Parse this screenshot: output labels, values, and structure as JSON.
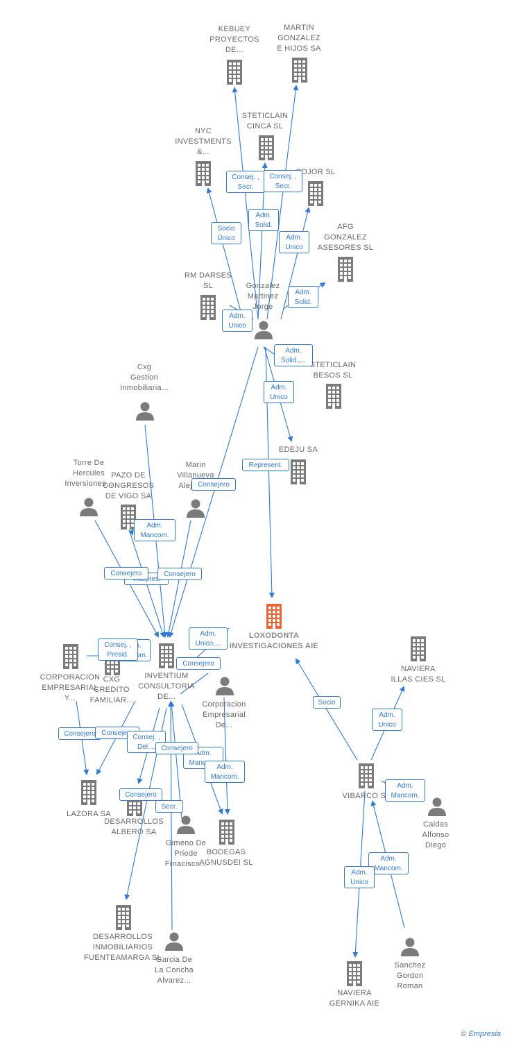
{
  "colors": {
    "edge": "#2f7ad6",
    "icon": "#7b7b7b",
    "highlight": "#f06233"
  },
  "nodes": [
    {
      "id": "n_kebuey",
      "kind": "company",
      "lines": [
        "KEBUEY",
        "PROYECTOS",
        "DE..."
      ]
    },
    {
      "id": "n_martin",
      "kind": "company",
      "lines": [
        "MARTIN",
        "GONZALEZ",
        "E HIJOS SA"
      ]
    },
    {
      "id": "n_steti_cinca",
      "kind": "company",
      "lines": [
        "STETICLAIN",
        "CINCA  SL"
      ]
    },
    {
      "id": "n_nyc",
      "kind": "company",
      "lines": [
        "NYC",
        "INVESTMENTS",
        "&..."
      ]
    },
    {
      "id": "n_sojor",
      "kind": "company",
      "lines": [
        "SOJOR  SL"
      ]
    },
    {
      "id": "n_afg",
      "kind": "company",
      "lines": [
        "AFG",
        "GONZALEZ",
        "ASESORES  SL"
      ]
    },
    {
      "id": "n_rm",
      "kind": "company",
      "lines": [
        "RM DARSES",
        "SL"
      ]
    },
    {
      "id": "n_gonzalez",
      "kind": "person",
      "lines": [
        "Gonzalez",
        "Martinez",
        "Jorge"
      ]
    },
    {
      "id": "n_steti_besos",
      "kind": "company",
      "lines": [
        "STETICLAIN",
        "BESOS  SL"
      ]
    },
    {
      "id": "n_cxg_gestion",
      "kind": "person",
      "lines": [
        "Cxg",
        "Gestion",
        "Inmobiliaria..."
      ]
    },
    {
      "id": "n_edeju",
      "kind": "company",
      "lines": [
        "EDEJU SA"
      ]
    },
    {
      "id": "n_torre",
      "kind": "person",
      "lines": [
        "Torre De",
        "Hercules",
        "Inversiones..."
      ]
    },
    {
      "id": "n_pazo",
      "kind": "company",
      "lines": [
        "PAZO DE",
        "CONGRESOS",
        "DE VIGO SA"
      ]
    },
    {
      "id": "n_marin",
      "kind": "person",
      "lines": [
        "Marin",
        "Villanueva",
        "Alejandro"
      ]
    },
    {
      "id": "n_loxodonta",
      "kind": "main",
      "lines": [
        "LOXODONTA",
        "INVESTIGACIONES AIE"
      ]
    },
    {
      "id": "n_naviera_illas",
      "kind": "company",
      "lines": [
        "NAVIERA",
        "ILLAS CIES  SL"
      ]
    },
    {
      "id": "n_corp_emp_y",
      "kind": "company",
      "lines": [
        "CORPORACION",
        "EMPRESARIAL",
        "Y..."
      ]
    },
    {
      "id": "n_cxg_credito",
      "kind": "company",
      "lines": [
        "CXG",
        "CREDITO",
        "FAMILIAR..."
      ]
    },
    {
      "id": "n_inventium",
      "kind": "company",
      "lines": [
        "INVENTIUM",
        "CONSULTORIA",
        "DE..."
      ]
    },
    {
      "id": "n_corp_emp_de",
      "kind": "person",
      "lines": [
        "Corporacion",
        "Empresarial",
        "De..."
      ]
    },
    {
      "id": "n_lazora",
      "kind": "company",
      "lines": [
        "LAZORA SA"
      ]
    },
    {
      "id": "n_albero",
      "kind": "company",
      "lines": [
        "DESARROLLOS",
        "ALBERO SA"
      ]
    },
    {
      "id": "n_gimeno",
      "kind": "person",
      "lines": [
        "Gimeno De",
        "Priede",
        "Frnacisco..."
      ]
    },
    {
      "id": "n_bodegas",
      "kind": "company",
      "lines": [
        "BODEGAS",
        "AGNUSDEI SL"
      ]
    },
    {
      "id": "n_vibarco",
      "kind": "company",
      "lines": [
        "VIBARCO SL"
      ]
    },
    {
      "id": "n_caldas",
      "kind": "person",
      "lines": [
        "Caldas",
        "Alfonso",
        "Diego"
      ]
    },
    {
      "id": "n_fuenteamarga",
      "kind": "company",
      "lines": [
        "DESARROLLOS",
        "INMOBILIARIOS",
        "FUENTEAMARGA SL"
      ]
    },
    {
      "id": "n_garcia",
      "kind": "person",
      "lines": [
        "Garcia De",
        "La Concha",
        "Alvarez..."
      ]
    },
    {
      "id": "n_gernika",
      "kind": "company",
      "lines": [
        "NAVIERA",
        "GERNIKA  AIE"
      ]
    },
    {
      "id": "n_sanchez",
      "kind": "person",
      "lines": [
        "Sanchez",
        "Gordon",
        "Roman"
      ]
    }
  ],
  "edge_labels": [
    {
      "id": "e1",
      "lines": [
        "Consej. ,",
        "Secr."
      ]
    },
    {
      "id": "e2",
      "lines": [
        "Consej. ,",
        "Secr."
      ]
    },
    {
      "id": "e3",
      "lines": [
        "Adm.",
        "Solid."
      ]
    },
    {
      "id": "e4",
      "lines": [
        "Socio",
        "Único"
      ]
    },
    {
      "id": "e5",
      "lines": [
        "Adm.",
        "Unico"
      ]
    },
    {
      "id": "e6",
      "lines": [
        "Adm.",
        "Solid."
      ]
    },
    {
      "id": "e7",
      "lines": [
        "Adm.",
        "Unico"
      ]
    },
    {
      "id": "e8",
      "lines": [
        "Adm.",
        "Solid.,..."
      ]
    },
    {
      "id": "e9",
      "lines": [
        "Adm.",
        "Unico"
      ]
    },
    {
      "id": "e10",
      "lines": [
        "Represent."
      ]
    },
    {
      "id": "e11",
      "lines": [
        "Consejero"
      ]
    },
    {
      "id": "e12",
      "lines": [
        "Adm.",
        "Mancom."
      ]
    },
    {
      "id": "e13",
      "lines": [
        "Vicepres."
      ]
    },
    {
      "id": "e14",
      "lines": [
        "Consejero"
      ]
    },
    {
      "id": "e15",
      "lines": [
        "Consejero"
      ]
    },
    {
      "id": "e16",
      "lines": [
        "Adm.",
        "Unico,..."
      ]
    },
    {
      "id": "e17",
      "lines": [
        "Adm.",
        "Mancom."
      ]
    },
    {
      "id": "e18",
      "lines": [
        "Consej. ,",
        "Presid."
      ]
    },
    {
      "id": "e19",
      "lines": [
        "Consejero"
      ]
    },
    {
      "id": "e20",
      "lines": [
        "Consejero"
      ]
    },
    {
      "id": "e21",
      "lines": [
        "Consejero"
      ]
    },
    {
      "id": "e22",
      "lines": [
        "Consej. ,",
        "Del...."
      ]
    },
    {
      "id": "e23",
      "lines": [
        "Adm.",
        "Mancom."
      ]
    },
    {
      "id": "e24",
      "lines": [
        "Consejero"
      ]
    },
    {
      "id": "e25",
      "lines": [
        "Adm.",
        "Mancom."
      ]
    },
    {
      "id": "e26",
      "lines": [
        "Consejero"
      ]
    },
    {
      "id": "e27",
      "lines": [
        "Secr."
      ]
    },
    {
      "id": "e28",
      "lines": [
        "Socio"
      ]
    },
    {
      "id": "e29",
      "lines": [
        "Adm.",
        "Unico"
      ]
    },
    {
      "id": "e30",
      "lines": [
        "Adm.",
        "Mancom."
      ]
    },
    {
      "id": "e31",
      "lines": [
        "Adm.",
        "Mancom."
      ]
    },
    {
      "id": "e32",
      "lines": [
        "Adm.",
        "Unico"
      ]
    }
  ],
  "footer": {
    "copyright": "©",
    "brand": "Empresia"
  }
}
